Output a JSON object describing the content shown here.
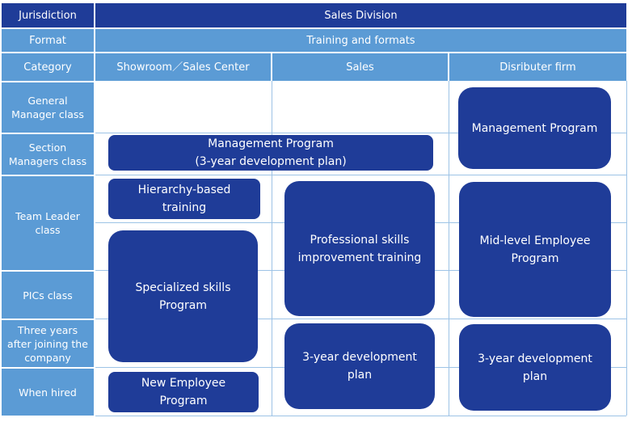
{
  "header": {
    "jurisdiction_label": "Jurisdiction",
    "jurisdiction_value": "Sales Division",
    "format_label": "Format",
    "format_value": "Training and formats",
    "category_label": "Category",
    "columns": [
      "Showroom／Sales Center",
      "Sales",
      "Disributer firm"
    ]
  },
  "rows": [
    "General Manager class",
    "Section Managers class",
    "Team Leader class",
    "PICs class",
    "Three years after joining the company",
    "When hired"
  ],
  "programs": {
    "management_span": "Management Program\n(3-year development plan)",
    "management_distributor": "Management Program",
    "hierarchy": "Hierarchy-based training",
    "specialized": "Specialized skills\nProgram",
    "new_employee": "New Employee Program",
    "professional": "Professional skills\nimprovement training",
    "sales_3yr": "3-year development\nplan",
    "mid_level": "Mid-level Employee\nProgram",
    "distributor_3yr": "3-year development\nplan"
  },
  "colors": {
    "dark_blue": "#1f3c98",
    "light_blue": "#5b9bd5",
    "grid_line": "#9dc3e6"
  }
}
